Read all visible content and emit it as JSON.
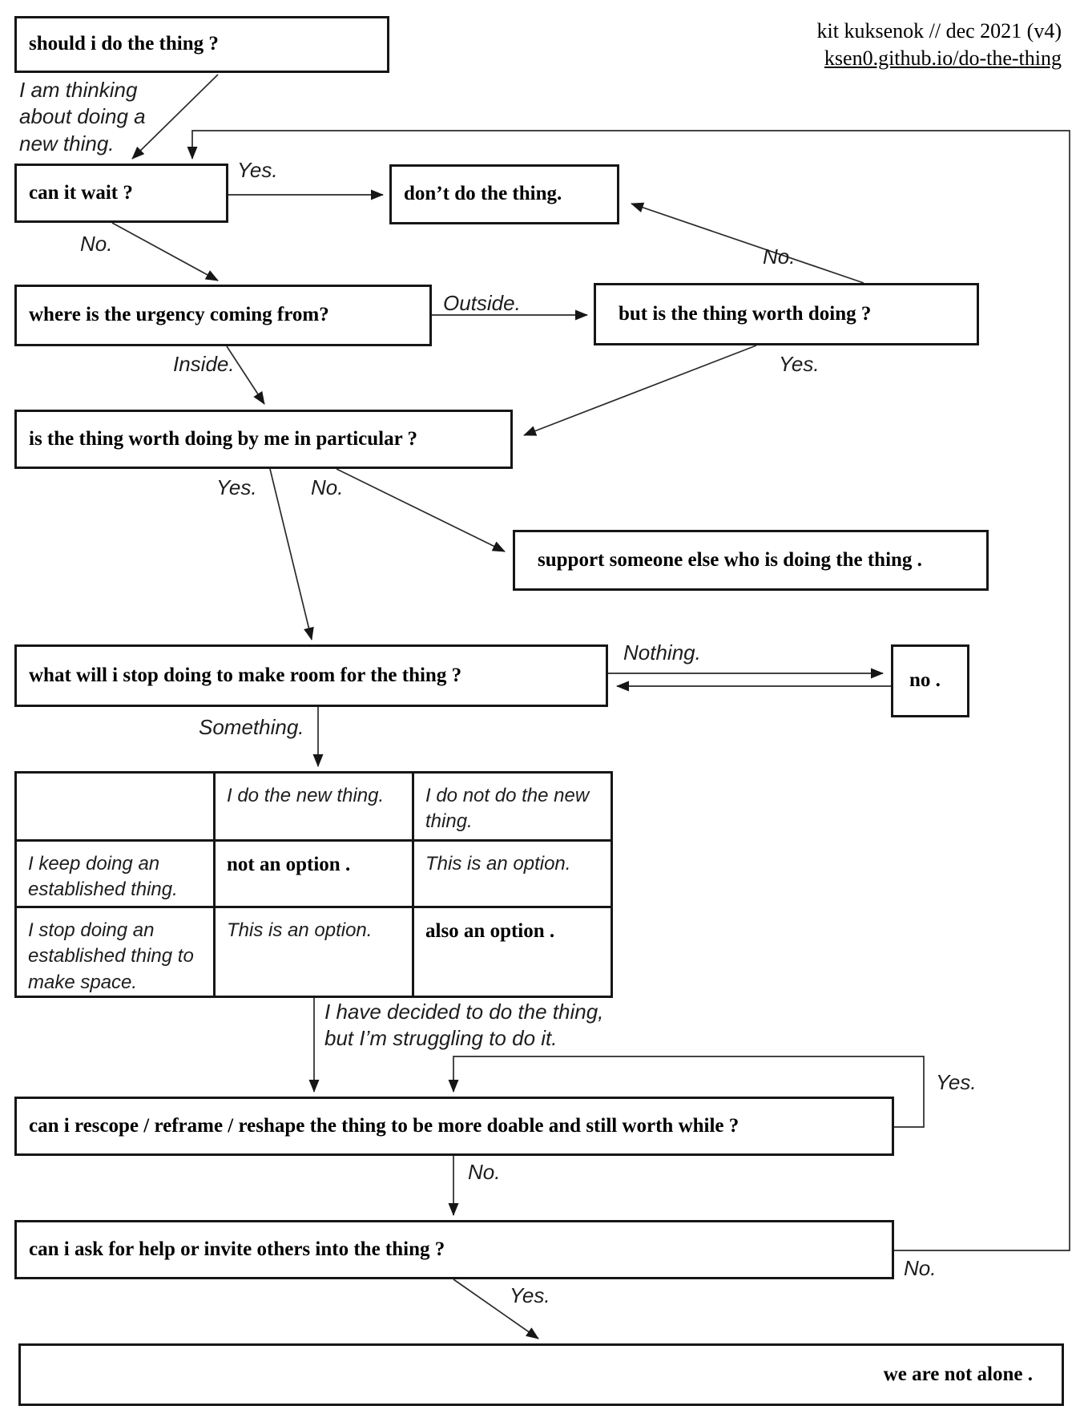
{
  "meta": {
    "ink_color": "#161616",
    "background_color": "#ffffff"
  },
  "header": {
    "byline": "kit kuksenok // dec 2021 (v4)",
    "link": "ksen0.github.io/do-the-thing"
  },
  "nodes": {
    "start": "should i do the thing ?",
    "can_it_wait": "can it wait ?",
    "dont_do": "don’t do the thing.",
    "urgency": "where is the urgency coming from?",
    "worth_doing": "but is the thing worth doing ?",
    "worth_by_me": "is the thing worth doing by me in particular ?",
    "support": "support someone else who is doing the thing .",
    "stop_doing": "what will i stop doing to make room for the thing ?",
    "no_box": "no .",
    "rescope": "can i rescope / reframe / reshape the thing to be more doable and still worth while ?",
    "ask_help": "can i ask for help or invite others into the thing ?",
    "not_alone": "we are not alone ."
  },
  "annotations": {
    "thinking": "I am thinking\nabout doing a\nnew thing.",
    "struggling": "I have decided to do the thing,\nbut I’m struggling to do it."
  },
  "edge_labels": {
    "wait_yes": "Yes.",
    "wait_no": "No.",
    "outside": "Outside.",
    "inside": "Inside.",
    "worth_no": "No.",
    "worth_yes": "Yes.",
    "by_me_yes": "Yes.",
    "by_me_no": "No.",
    "nothing": "Nothing.",
    "something": "Something.",
    "rescope_yes": "Yes.",
    "rescope_no": "No.",
    "ask_no": "No.",
    "ask_yes": "Yes."
  },
  "table": {
    "c00": "",
    "c01": "I do the new thing.",
    "c02": "I do not do the new thing.",
    "c10": "I keep doing an established thing.",
    "c11": "not an option .",
    "c12": "This is an option.",
    "c20": "I stop doing an established thing to make space.",
    "c21": "This is an option.",
    "c22": "also an option ."
  }
}
